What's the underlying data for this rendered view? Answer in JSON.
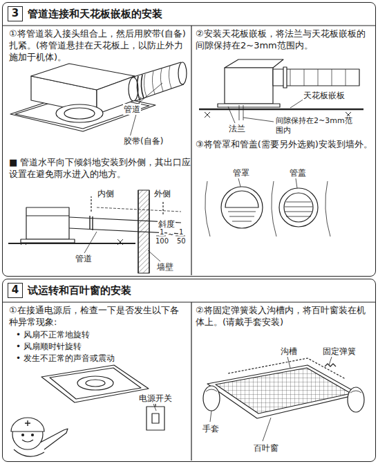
{
  "diagram": {
    "nodes": [
      {
        "text": [
          "3",
          "管道连接和天花板嵌板的安装"
        ]
      },
      {
        "text": [
          "4",
          "试运转和百叶窗的安装"
        ]
      }
    ],
    "labels": [
      "①将管道装入接头组合上，然后用胶带(自备)扎紧。(将管道悬挂在天花板上，以防止外力施加于机体)。",
      "管道",
      "胶带(自备)",
      "■ 管道水平向下倾斜地安装到外侧，其出口应设置在避免雨水进入的地方。",
      "内侧",
      "外侧",
      "斜度",
      "1",
      "100",
      "~",
      "1",
      "50",
      "管道",
      "墙壁",
      "②安装天花板嵌板，将法兰与天花板嵌板的间隙保持在2~3mm范围内。",
      "天花板嵌板",
      "法兰",
      "间隙保持在2~3mm范围内",
      "③将管罩和管盖(需要另外选购)安装到墙外。",
      "管罩",
      "管盖",
      "①在接通电源后，检查一下是否发生以下各种异常现象:",
      "• 风扇不正常地旋转",
      "• 风扇顺时针旋转",
      "• 发生不正常的声音或震动",
      "电源开关",
      "②将固定弹簧装入沟槽内，将百叶窗装在机体上。(请戴手套安装)",
      "沟槽",
      "固定弹簧",
      "手套",
      "百叶窗"
    ]
  }
}
